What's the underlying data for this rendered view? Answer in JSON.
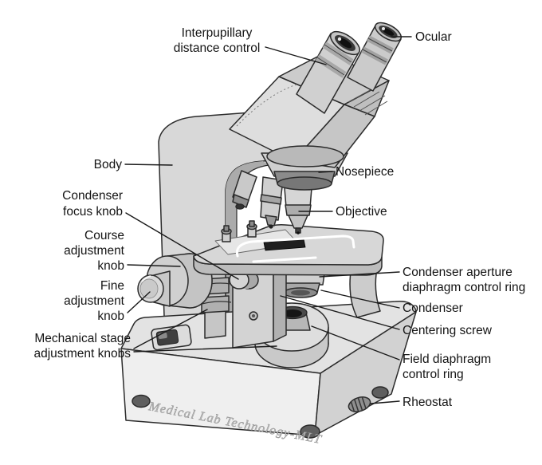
{
  "diagram": {
    "subject": "Binocular compound light microscope - labeled parts diagram",
    "watermark": "Medical Lab Technology-MLT",
    "labels": {
      "interpupillary": {
        "lines": [
          "Interpupillary",
          "distance control"
        ]
      },
      "ocular": {
        "lines": [
          "Ocular"
        ]
      },
      "body": {
        "lines": [
          "Body"
        ]
      },
      "condenser_focus": {
        "lines": [
          "Condenser",
          "focus knob"
        ]
      },
      "course_adjustment": {
        "lines": [
          "Course",
          "adjustment",
          "knob"
        ]
      },
      "fine_adjustment": {
        "lines": [
          "Fine",
          "adjustment",
          "knob"
        ]
      },
      "mechanical_stage": {
        "lines": [
          "Mechanical stage",
          "adjustment knobs"
        ]
      },
      "nosepiece": {
        "lines": [
          "Nosepiece"
        ]
      },
      "objective": {
        "lines": [
          "Objective"
        ]
      },
      "condenser_aperture": {
        "lines": [
          "Condenser aperture",
          "diaphragm control ring"
        ]
      },
      "condenser": {
        "lines": [
          "Condenser"
        ]
      },
      "centering_screw": {
        "lines": [
          "Centering screw"
        ]
      },
      "field_diaphragm": {
        "lines": [
          "Field diaphragm",
          "control ring"
        ]
      },
      "rheostat": {
        "lines": [
          "Rheostat"
        ]
      }
    },
    "colors": {
      "background": "#ffffff",
      "outline": "#2b2b2b",
      "metal_light": "#dcdcdc",
      "metal_mid": "#bdbdbd",
      "metal_dark": "#9c9c9c",
      "detail_dark": "#2e2e2e",
      "label_text": "#141414",
      "watermark_text": "#b9b9b9"
    }
  }
}
